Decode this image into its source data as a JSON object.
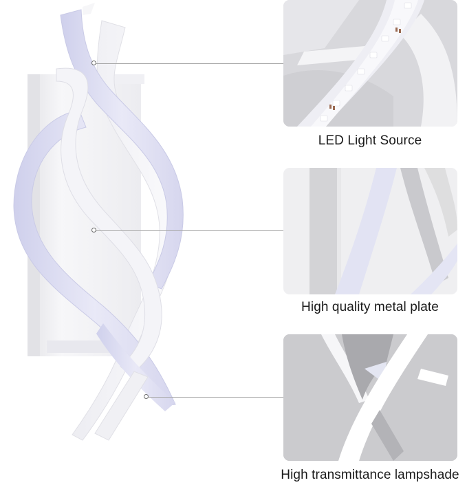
{
  "features": [
    {
      "label": "LED Light Source",
      "icon": "led-strip-closeup"
    },
    {
      "label": "High quality metal plate",
      "icon": "metal-plate-closeup"
    },
    {
      "label": "High transmittance lampshade",
      "icon": "lampshade-closeup"
    }
  ],
  "colors": {
    "background": "#ffffff",
    "lamp_white": "#f2f2f4",
    "lamp_glow": "#dcdcf0",
    "callout_line": "#a8a8a8",
    "panel_gray": "#c9c9cc",
    "text": "#1a1a1a"
  }
}
